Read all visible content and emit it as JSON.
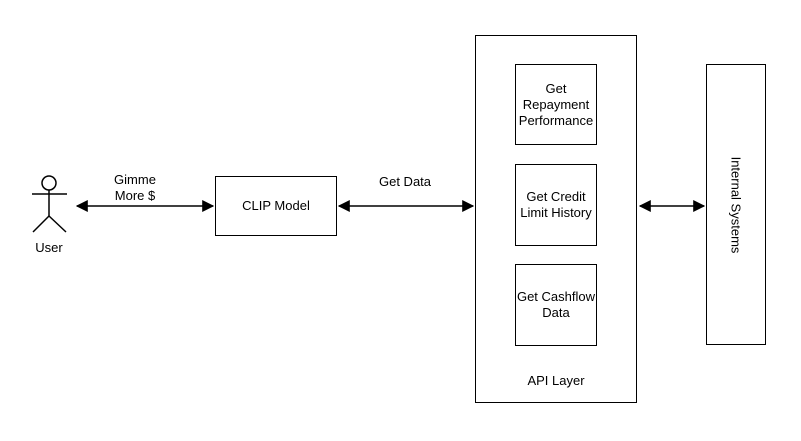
{
  "canvas": {
    "background": "#ffffff",
    "stroke_color": "#000000",
    "text_color": "#000000"
  },
  "actor": {
    "label": "User"
  },
  "edges": [
    {
      "id": "user-clip",
      "label": "Gimme\nMore $"
    },
    {
      "id": "clip-api",
      "label": "Get Data"
    },
    {
      "id": "api-internal",
      "label": ""
    }
  ],
  "nodes": {
    "clip_model": {
      "label": "CLIP Model"
    },
    "api_layer": {
      "label": "API Layer"
    },
    "get_repayment": {
      "label": "Get\nRepayment\nPerformance"
    },
    "get_credit": {
      "label": "Get Credit\nLimit History"
    },
    "get_cashflow": {
      "label": "Get Cashflow\nData"
    },
    "internal_systems": {
      "label": "Internal Systems"
    }
  }
}
